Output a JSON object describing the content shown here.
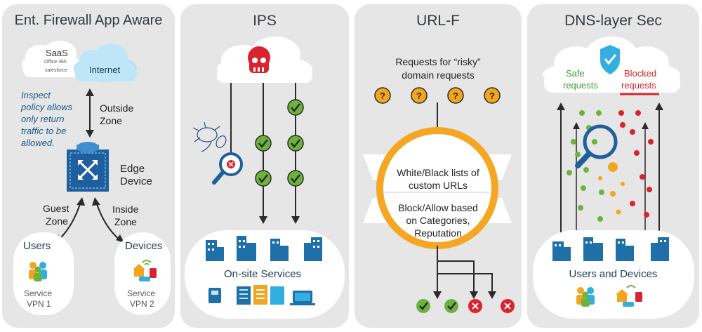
{
  "panel1": {
    "title": "Ent. Firewall App Aware",
    "cloud_saas": "SaaS",
    "saas_office": "Office 365",
    "saas_salesforce": "salesforce",
    "cloud_internet": "Internet",
    "inspect_note": [
      "Inspect",
      "policy allows",
      "only return",
      "traffic to be",
      "allowed."
    ],
    "outside_zone": [
      "Outside",
      "Zone"
    ],
    "edge_device": [
      "Edge",
      "Device"
    ],
    "guest_zone": [
      "Guest",
      "Zone"
    ],
    "inside_zone": [
      "Inside",
      "Zone"
    ],
    "users_title": "Users",
    "users_vpn": [
      "Service",
      "VPN 1"
    ],
    "devices_title": "Devices",
    "devices_vpn": [
      "Service",
      "VPN 2"
    ]
  },
  "panel2": {
    "title": "IPS",
    "onsite": "On-site Services"
  },
  "panel3": {
    "title": "URL-F",
    "requests": [
      "Requests for “risky”",
      "domain requests"
    ],
    "lists": [
      "White/Black lists of",
      "custom URLs"
    ],
    "block_allow": [
      "Block/Allow based",
      "on Categories,",
      "Reputation"
    ]
  },
  "panel4": {
    "title": "DNS-layer Sec",
    "safe": [
      "Safe",
      "requests"
    ],
    "blocked": [
      "Blocked",
      "requests"
    ],
    "users_devices": "Users and Devices"
  },
  "colors": {
    "panel_bg": "#e6e6e6",
    "green": "#6cb33e",
    "red": "#d9232e",
    "orange": "#f2a51e",
    "ring": "#f5a623",
    "blue_building": "#1f6fa8",
    "cyan": "#33aee0",
    "dark_line": "#2a2a2a"
  }
}
